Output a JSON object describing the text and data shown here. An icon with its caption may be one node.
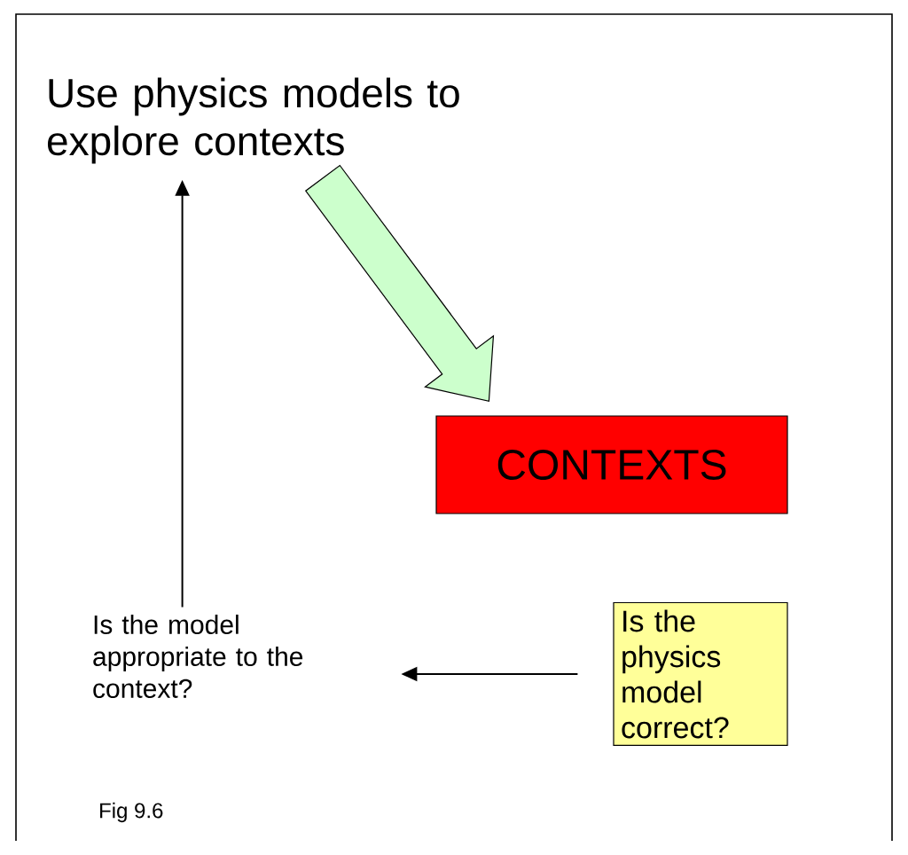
{
  "diagram": {
    "nodes": [
      {
        "text": [
          "Use physics models to explore contexts"
        ]
      },
      {
        "text": [
          "CONTEXTS"
        ]
      },
      {
        "text": [
          "Is the model appropriate to the context?"
        ]
      },
      {
        "text": [
          "Is the physics model correct?"
        ]
      }
    ],
    "edges": [
      {
        "from": 0,
        "to": 1,
        "arrow": "to",
        "style": "thick",
        "color": "#ccffcc"
      },
      {
        "from": 3,
        "to": 2,
        "arrow": "to"
      },
      {
        "from": 2,
        "to": 0,
        "arrow": "to"
      }
    ],
    "labels": [
      "Fig 9.6"
    ]
  }
}
